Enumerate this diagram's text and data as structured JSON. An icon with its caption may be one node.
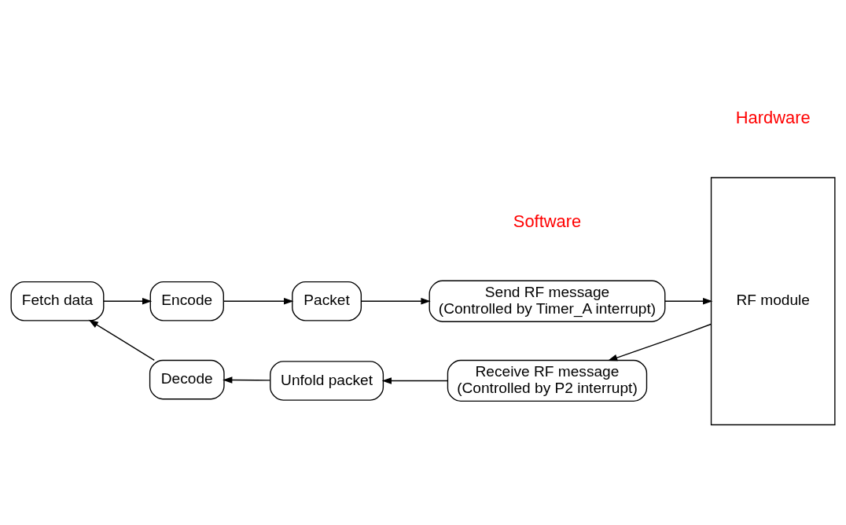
{
  "diagram": {
    "nodes": [
      {
        "text": [
          "Fetch data"
        ]
      },
      {
        "text": [
          "Decode"
        ]
      },
      {
        "text": [
          "Encode"
        ]
      },
      {
        "text": [
          "Unfold packet"
        ]
      },
      {
        "text": [
          "Packet"
        ]
      },
      {
        "text": [
          "Receive RF message",
          "(Controlled by P2 interrupt)"
        ]
      },
      {
        "text": [
          "Send RF message",
          "(Controlled by Timer_A interrupt)"
        ]
      },
      {
        "text": [
          "RF module"
        ]
      }
    ],
    "edges": [
      {
        "from": 7,
        "to": 5,
        "arrow": "to"
      },
      {
        "from": 5,
        "to": 3,
        "arrow": "to"
      },
      {
        "from": 3,
        "to": 1,
        "arrow": "to"
      },
      {
        "from": 1,
        "to": 0,
        "arrow": "to"
      },
      {
        "from": 0,
        "to": 2,
        "arrow": "to"
      },
      {
        "from": 2,
        "to": 4,
        "arrow": "to"
      },
      {
        "from": 4,
        "to": 6,
        "arrow": "to"
      },
      {
        "from": 6,
        "to": 7,
        "arrow": "to"
      }
    ],
    "labels": [
      "Software",
      "Hardware"
    ]
  }
}
